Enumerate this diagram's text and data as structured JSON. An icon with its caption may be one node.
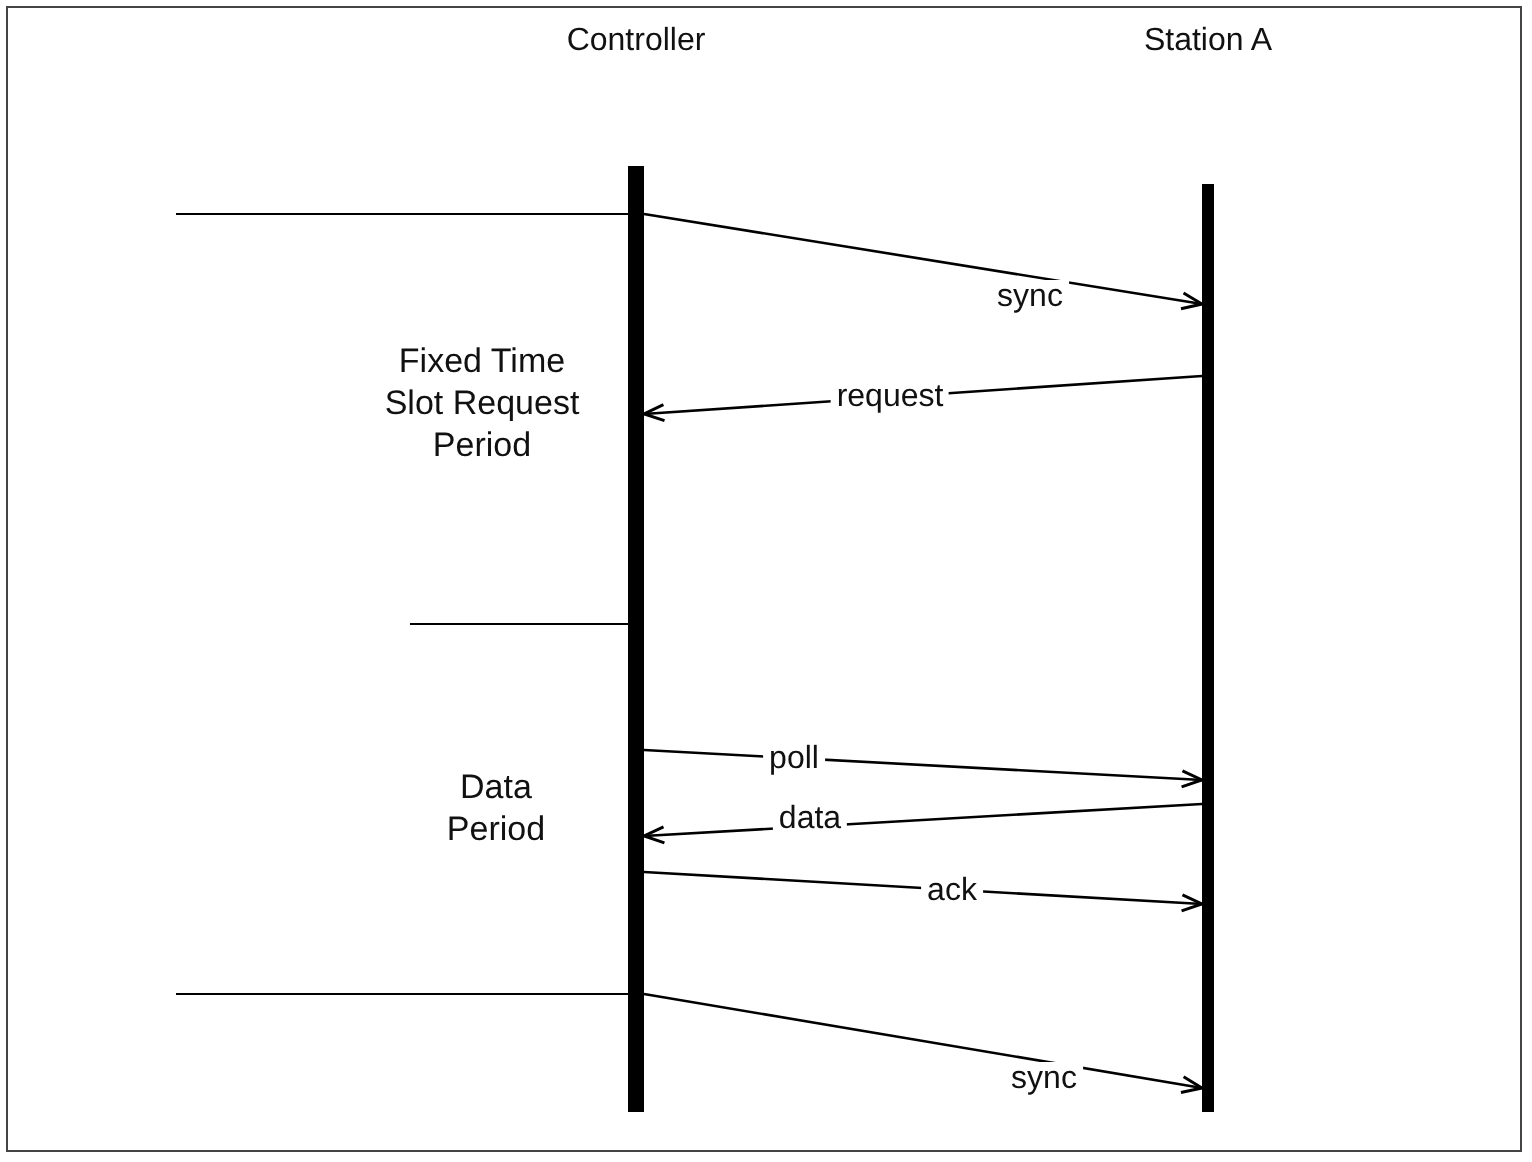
{
  "diagram": {
    "nodes": [
      {
        "text": [
          "Controller"
        ]
      },
      {
        "text": [
          "Station A"
        ]
      }
    ],
    "edges": [
      {
        "from": 0,
        "to": 1,
        "arrow": "to",
        "label": "sync"
      },
      {
        "from": 1,
        "to": 0,
        "arrow": "to",
        "label": "request"
      },
      {
        "from": 0,
        "to": 1,
        "arrow": "to",
        "label": "poll"
      },
      {
        "from": 1,
        "to": 0,
        "arrow": "to",
        "label": "data"
      },
      {
        "from": 0,
        "to": 1,
        "arrow": "to",
        "label": "ack"
      },
      {
        "from": 0,
        "to": 1,
        "arrow": "to",
        "label": "sync"
      }
    ],
    "labels": [
      "Fixed Time Slot Request Period",
      "Data Period"
    ]
  }
}
